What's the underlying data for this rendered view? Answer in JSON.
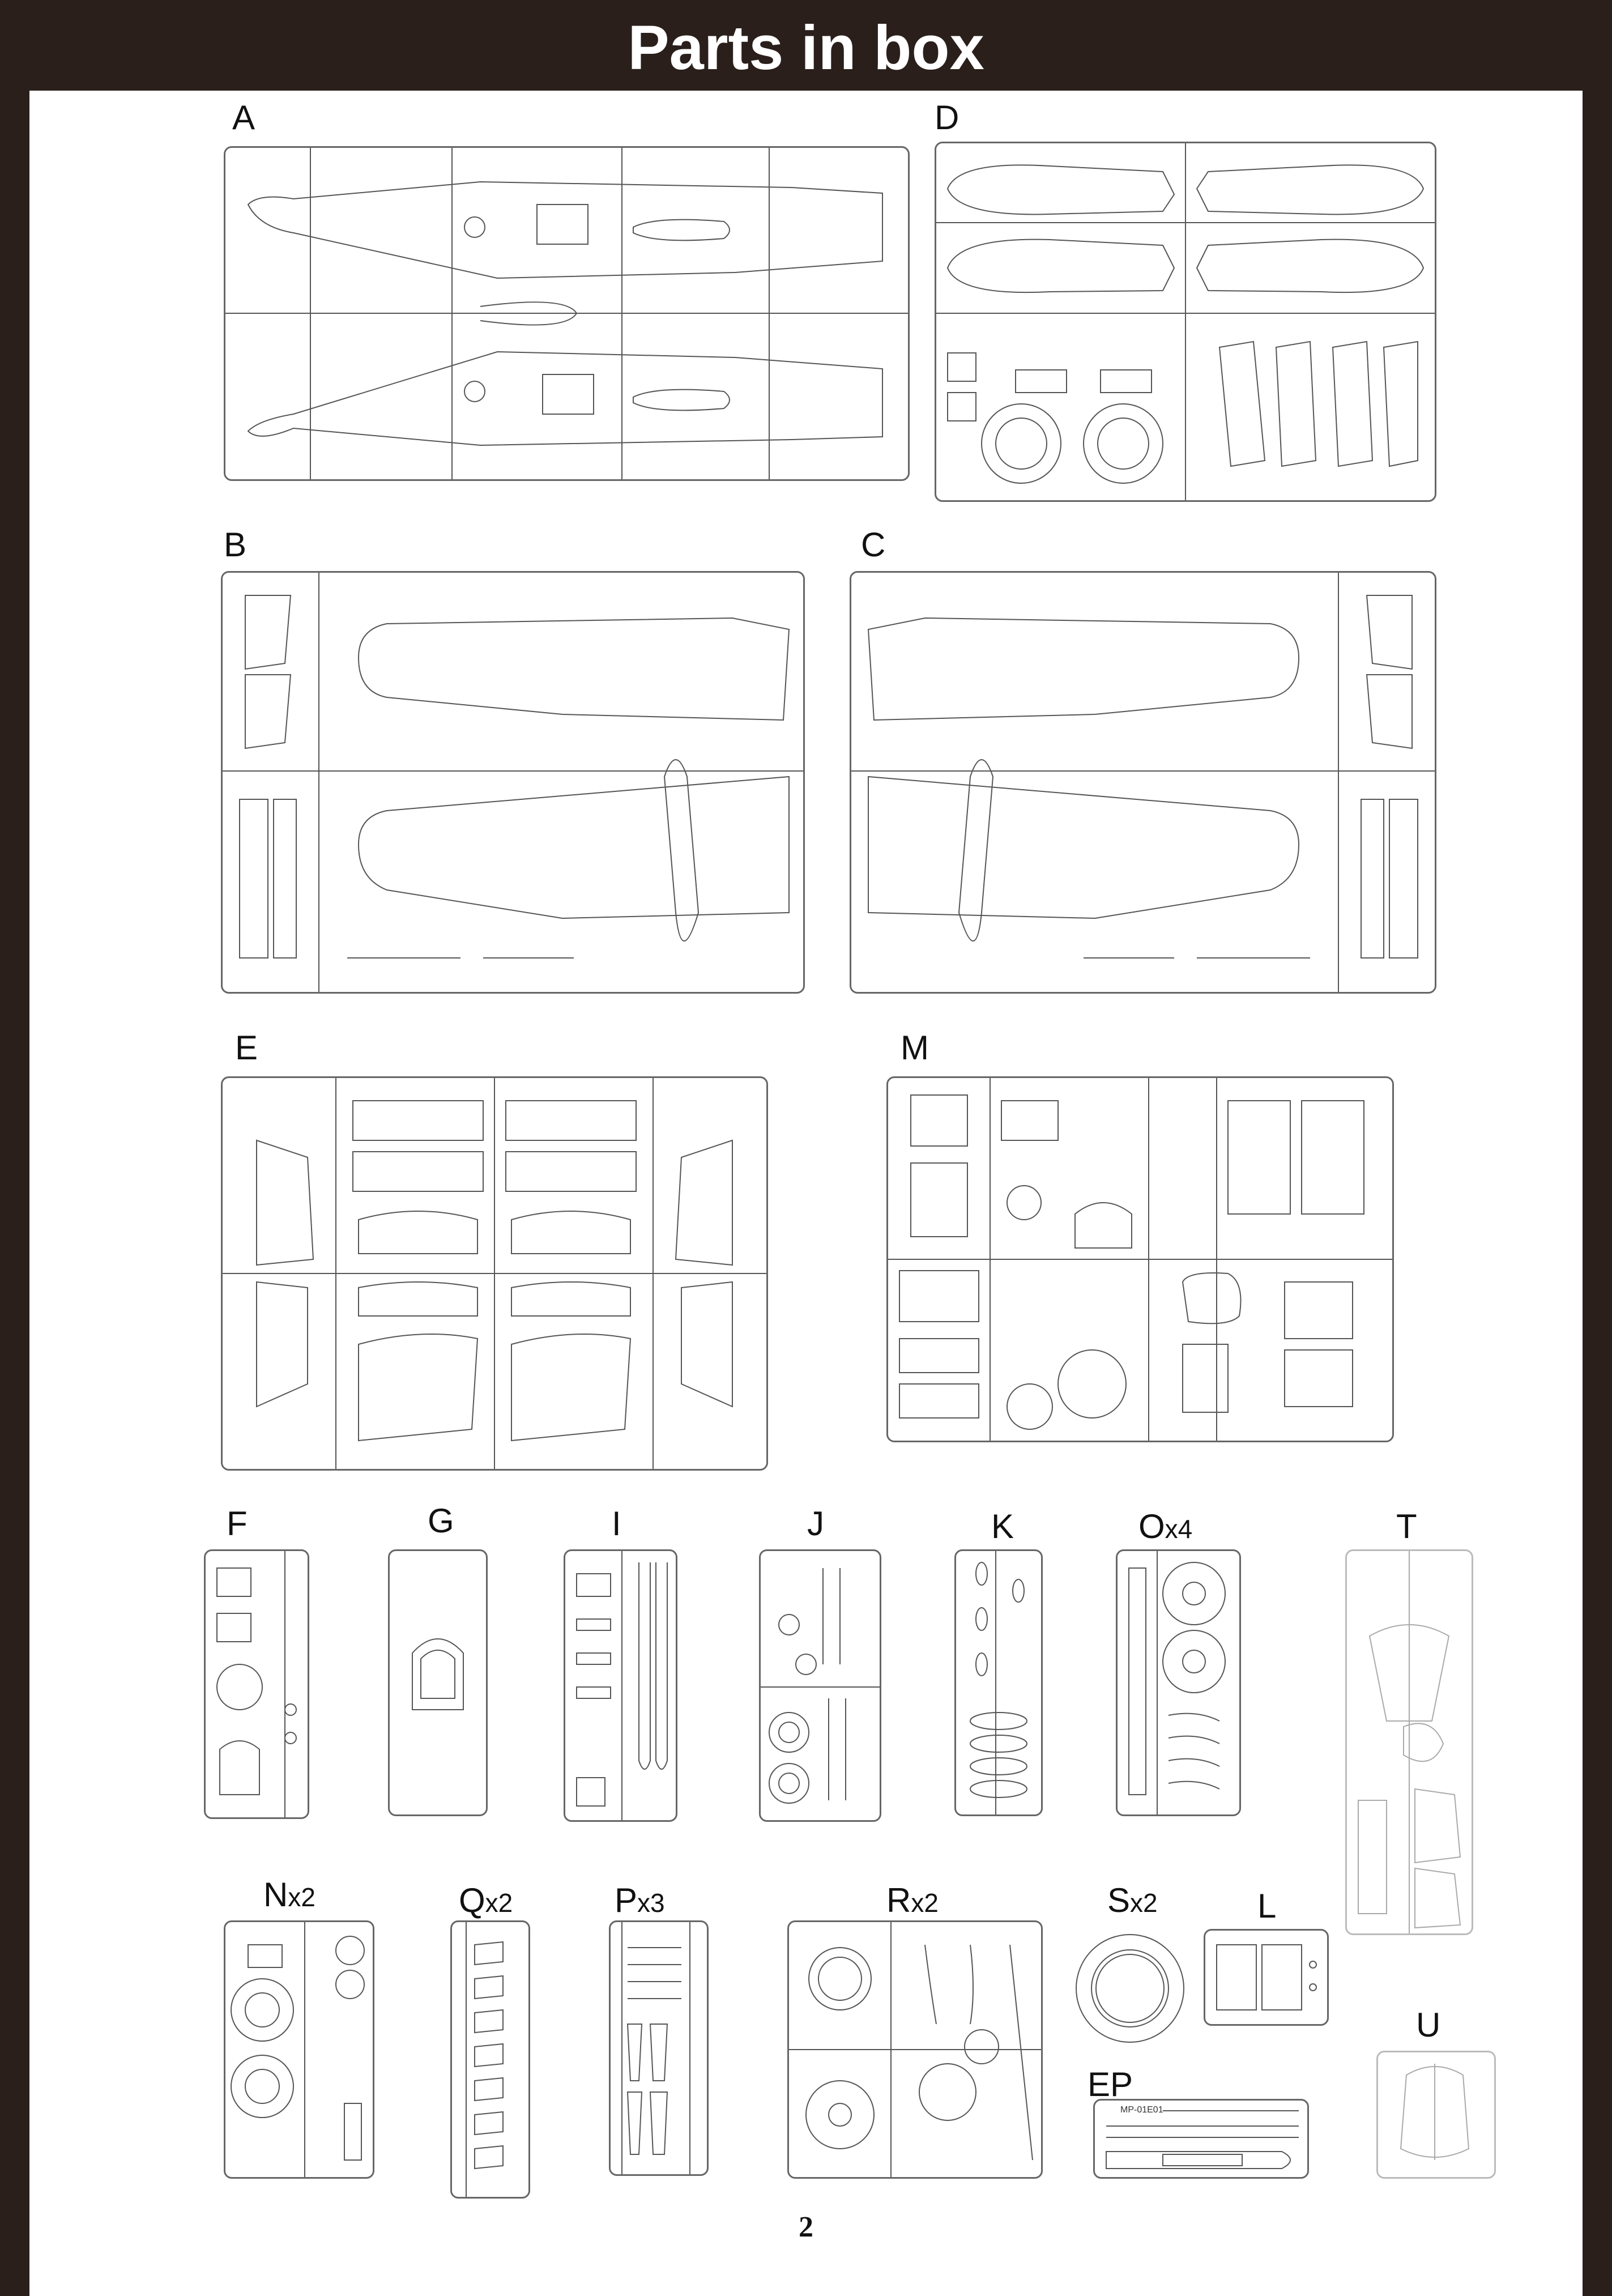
{
  "page": {
    "title": "Parts in box",
    "page_number": "2"
  },
  "sprues": {
    "A": {
      "letter": "A",
      "multiplier": ""
    },
    "B": {
      "letter": "B",
      "multiplier": ""
    },
    "C": {
      "letter": "C",
      "multiplier": ""
    },
    "D": {
      "letter": "D",
      "multiplier": ""
    },
    "E": {
      "letter": "E",
      "multiplier": ""
    },
    "M": {
      "letter": "M",
      "multiplier": ""
    },
    "F": {
      "letter": "F",
      "multiplier": ""
    },
    "G": {
      "letter": "G",
      "multiplier": ""
    },
    "I": {
      "letter": "I",
      "multiplier": ""
    },
    "J": {
      "letter": "J",
      "multiplier": ""
    },
    "K": {
      "letter": "K",
      "multiplier": ""
    },
    "O": {
      "letter": "O",
      "multiplier": "x4"
    },
    "T": {
      "letter": "T",
      "multiplier": ""
    },
    "N": {
      "letter": "N",
      "multiplier": "x2"
    },
    "Q": {
      "letter": "Q",
      "multiplier": "x2"
    },
    "P": {
      "letter": "P",
      "multiplier": "x3"
    },
    "R": {
      "letter": "R",
      "multiplier": "x2"
    },
    "S": {
      "letter": "S",
      "multiplier": "x2"
    },
    "L": {
      "letter": "L",
      "multiplier": ""
    },
    "U": {
      "letter": "U",
      "multiplier": ""
    },
    "EP": {
      "letter": "EP",
      "multiplier": "",
      "code": "MP-01E01"
    }
  },
  "colors": {
    "border": "#2a1f1b",
    "line": "#666666",
    "background": "#ffffff"
  }
}
